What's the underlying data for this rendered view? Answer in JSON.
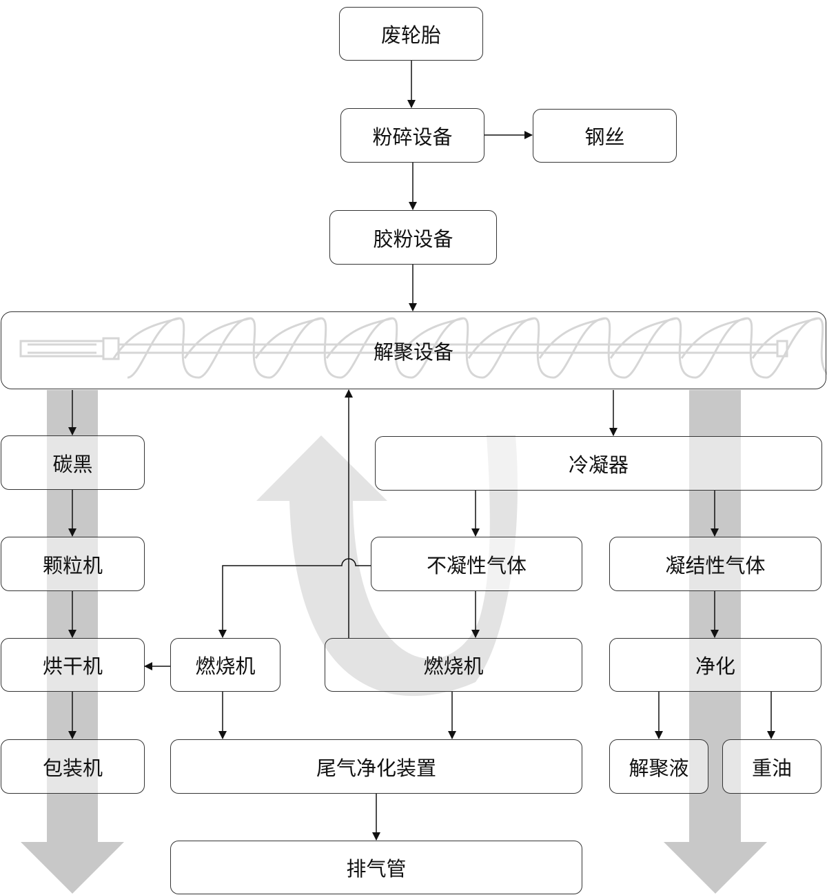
{
  "nodes": {
    "waste_tire": "废轮胎",
    "crusher": "粉碎设备",
    "steel_wire": "钢丝",
    "rubber_powder": "胶粉设备",
    "depolymerization": "解聚设备",
    "carbon_black": "碳黑",
    "granulator": "颗粒机",
    "dryer": "烘干机",
    "packer": "包装机",
    "burner_left": "燃烧机",
    "condenser": "冷凝器",
    "non_condensable_gas": "不凝性气体",
    "burner_center": "燃烧机",
    "condensable_gas": "凝结性气体",
    "purification": "净化",
    "tail_gas_purifier": "尾气净化装置",
    "depolymer_liquid": "解聚液",
    "heavy_oil": "重油",
    "exhaust_pipe": "排气管"
  },
  "colors": {
    "border": "#333333",
    "text": "#111111",
    "flow_arrow": "#c8c8c8",
    "arc_arrow": "#e3e3e3",
    "auger": "#d6d6d6"
  }
}
